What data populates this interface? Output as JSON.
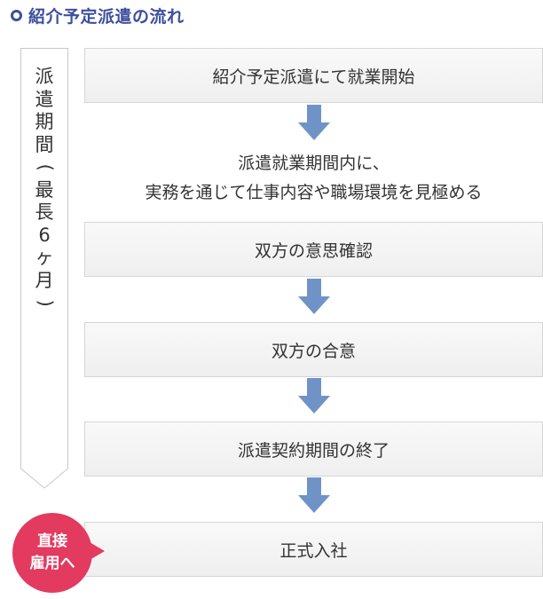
{
  "title": "紹介予定派遣の流れ",
  "period_label": [
    "派",
    "遣",
    "期",
    "間",
    "(",
    "最",
    "長",
    "6",
    "ヶ",
    "月",
    ")"
  ],
  "steps": {
    "start": "紹介予定派遣にて就業開始",
    "info_line1": "派遣就業期間内に、",
    "info_line2": "実務を通じて仕事内容や職場環境を見極める",
    "confirm": "双方の意思確認",
    "agree": "双方の合意",
    "end": "派遣契約期間の終了",
    "join": "正式入社"
  },
  "direct_hire": {
    "line1": "直接",
    "line2": "雇用へ"
  },
  "colors": {
    "title": "#3d4f9e",
    "arrow": "#6f93c7",
    "badge": "#e23b5f"
  }
}
